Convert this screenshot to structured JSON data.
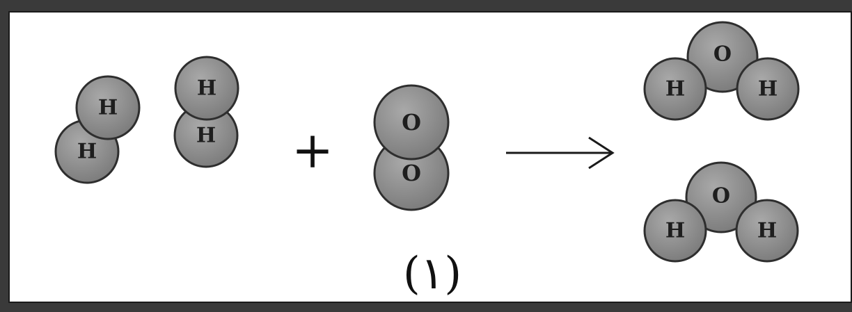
{
  "labels": {
    "hydrogen": "H",
    "oxygen": "O",
    "plus": "+",
    "caption": "(١)"
  },
  "colors": {
    "atom_fill": "#8a8a8a",
    "atom_stroke": "#2e2e2e",
    "outer_border": "#1a1a1a",
    "background": "#ffffff"
  },
  "reactants": [
    {
      "name": "hydrogen-molecule",
      "atoms": [
        "H",
        "H"
      ]
    },
    {
      "name": "hydrogen-molecule",
      "atoms": [
        "H",
        "H"
      ]
    },
    {
      "name": "oxygen-molecule",
      "atoms": [
        "O",
        "O"
      ]
    }
  ],
  "products": [
    {
      "name": "water-molecule",
      "atoms": [
        "H",
        "O",
        "H"
      ]
    },
    {
      "name": "water-molecule",
      "atoms": [
        "H",
        "O",
        "H"
      ]
    }
  ]
}
